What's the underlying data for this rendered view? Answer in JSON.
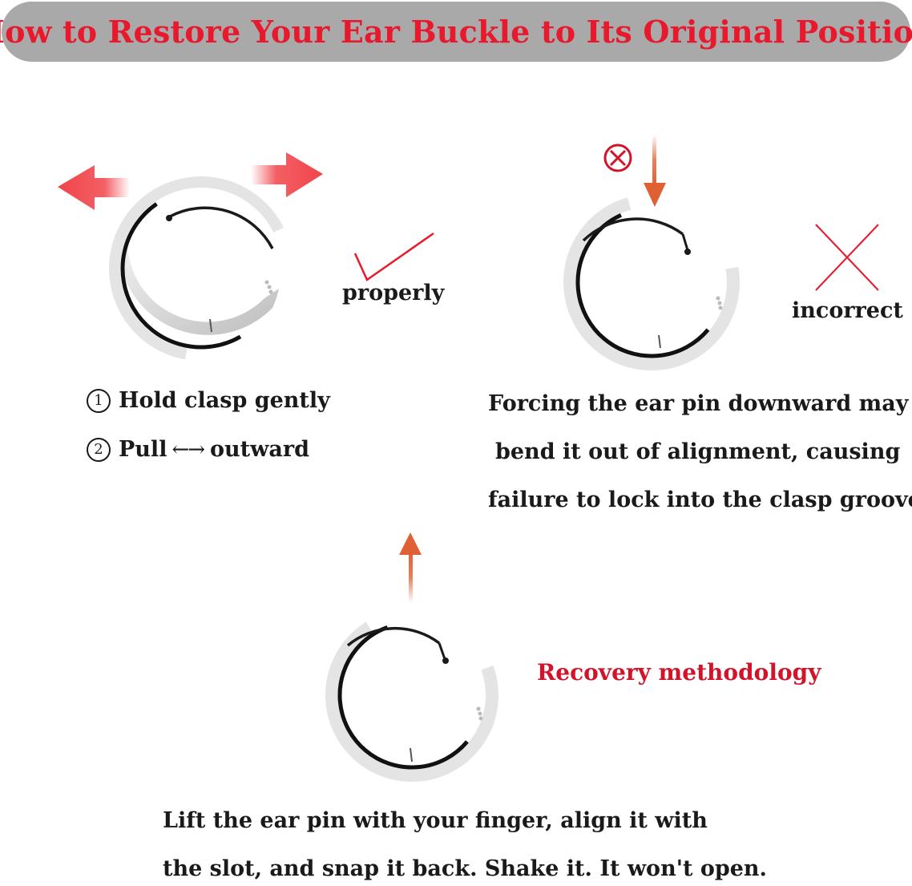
{
  "title": "How to Restore Your Ear Buckle to Its Original Position",
  "panels": {
    "correct": {
      "label": "properly",
      "steps": [
        {
          "number": "1",
          "text": "Hold clasp gently"
        },
        {
          "number": "2",
          "text_before": "Pull",
          "arrow": "←→",
          "text_after": "outward"
        }
      ]
    },
    "incorrect": {
      "label": "incorrect",
      "description": [
        "Forcing the ear pin downward may",
        "bend it out of alignment, causing",
        "failure to lock into the clasp groove."
      ]
    },
    "recovery": {
      "label": "Recovery methodology",
      "instructions": [
        "Lift the ear pin with your finger, align it with",
        "the slot, and snap it back. Shake it. It won't open."
      ]
    }
  },
  "icons": [
    "left-arrow-icon",
    "right-arrow-icon",
    "check-mark-icon",
    "x-mark-icon",
    "circle-x-icon",
    "down-arrow-icon",
    "up-arrow-icon",
    "hoop-earring-icon"
  ],
  "colors": {
    "title_text": "#e8192c",
    "title_bar": "#a9a9a9",
    "accent_red": "#e8192c",
    "arrow_orange": "#e06035",
    "pull_arrow": "#f0444a",
    "recovery_text": "#d2142a"
  }
}
